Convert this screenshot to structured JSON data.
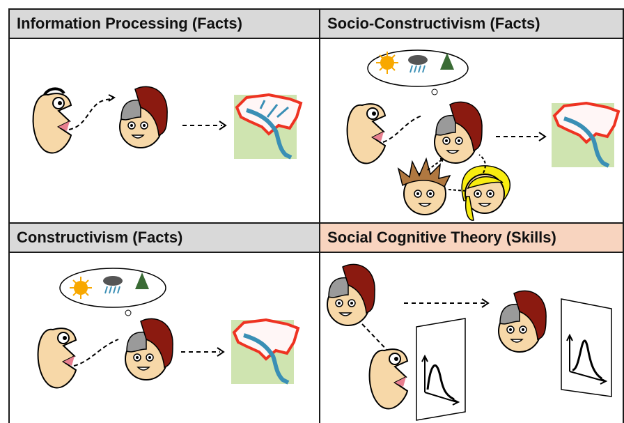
{
  "panels": {
    "top_left": {
      "title": "Information Processing (Facts)"
    },
    "top_right": {
      "title": "Socio-Constructivism (Facts)"
    },
    "bottom_left": {
      "title": "Constructivism (Facts)"
    },
    "bottom_right": {
      "title": "Social Cognitive Theory (Skills)"
    }
  },
  "colors": {
    "header_gray": "#d9d9d9",
    "header_social": "#f8d4bf",
    "skin": "#f7d8a8",
    "hair_red": "#8b1a10",
    "brain_gray": "#9a9a9a",
    "map_outline": "#ee3322",
    "map_river": "#3a8fb5",
    "map_land": "#cfe4b0"
  }
}
